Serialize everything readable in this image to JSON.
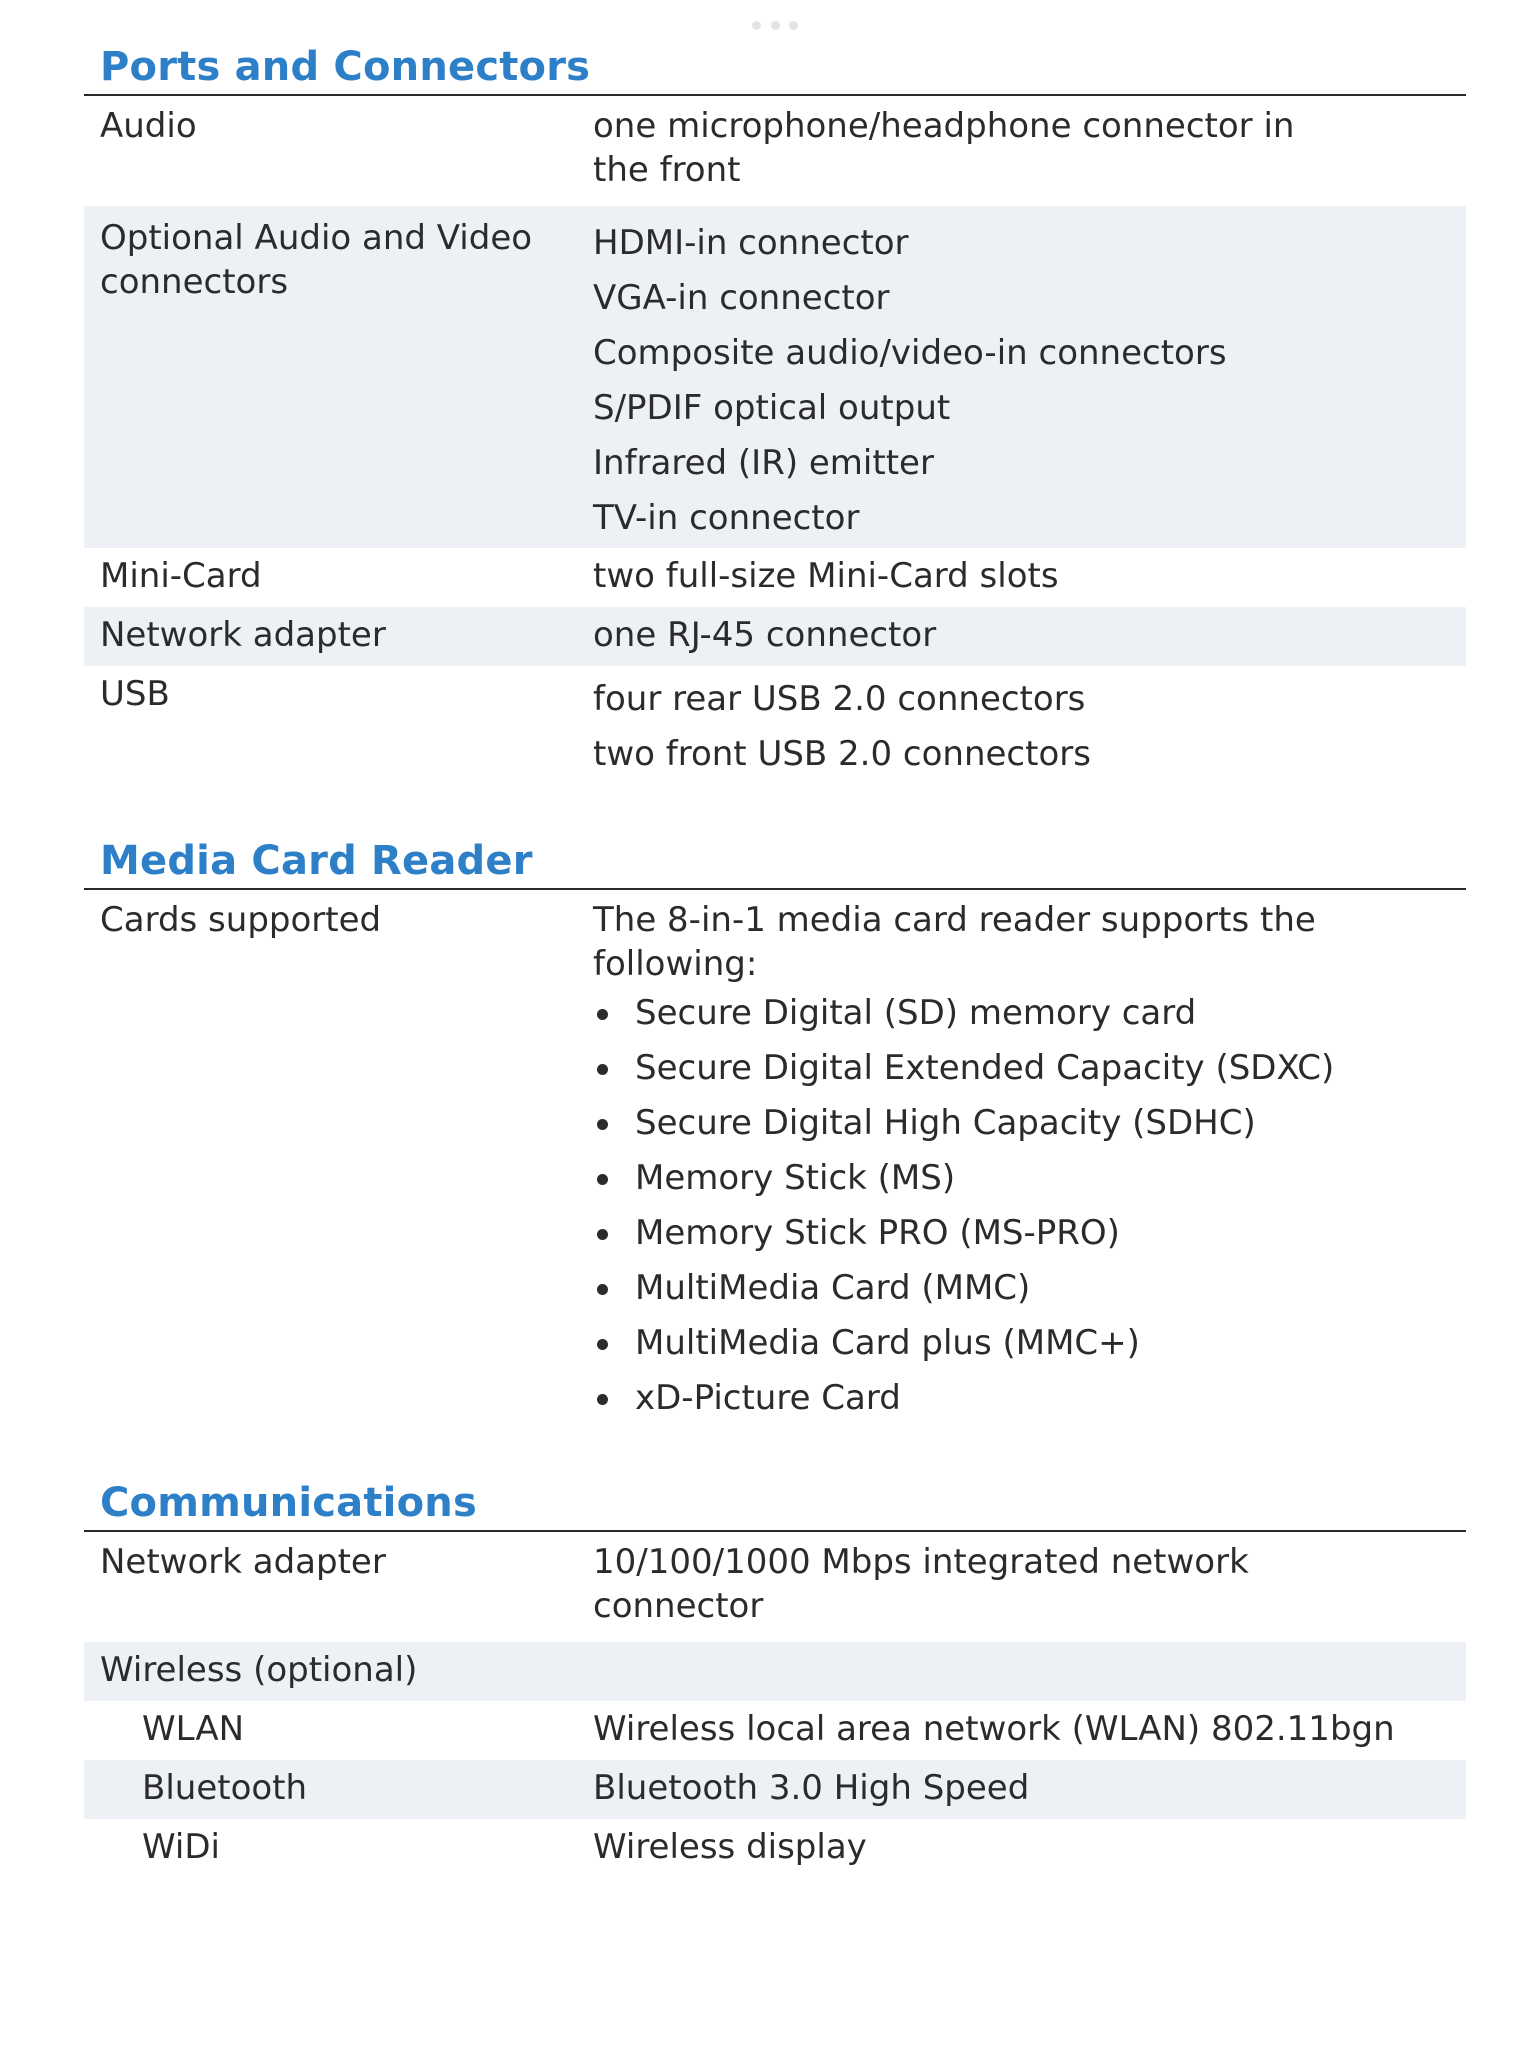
{
  "sections": {
    "ports": {
      "title": "Ports and Connectors",
      "rows": [
        {
          "label": "Audio",
          "value_lines": [
            "one microphone/headphone connector in",
            "the front"
          ]
        },
        {
          "label": "Optional Audio and Video",
          "label2": "connectors",
          "values": [
            "HDMI-in connector",
            "VGA-in connector",
            "Composite audio/video-in connectors",
            "S/PDIF optical output",
            "Infrared (IR) emitter",
            "TV-in connector"
          ]
        },
        {
          "label": "Mini-Card",
          "values": [
            "two full-size Mini-Card slots"
          ]
        },
        {
          "label": "Network adapter",
          "values": [
            "one RJ-45 connector"
          ]
        },
        {
          "label": "USB",
          "values": [
            "four rear USB 2.0 connectors",
            "two front USB 2.0 connectors"
          ]
        }
      ]
    },
    "media": {
      "title": "Media Card Reader",
      "rows": [
        {
          "label": "Cards supported",
          "intro_lines": [
            "The 8-in-1 media card reader supports the",
            "following:"
          ],
          "bullets": [
            "Secure Digital (SD) memory card",
            "Secure Digital Extended Capacity (SDXC)",
            "Secure Digital High Capacity (SDHC)",
            "Memory Stick (MS)",
            "Memory Stick PRO (MS-PRO)",
            "MultiMedia Card (MMC)",
            "MultiMedia Card plus (MMC+)",
            "xD-Picture Card"
          ]
        }
      ]
    },
    "comms": {
      "title": "Communications",
      "rows": [
        {
          "label": "Network adapter",
          "value_lines": [
            "10/100/1000 Mbps integrated network",
            "connector"
          ]
        },
        {
          "label": "Wireless (optional)",
          "value": ""
        },
        {
          "label": "WLAN",
          "value": "Wireless local area network (WLAN) 802.11bgn"
        },
        {
          "label": "Bluetooth",
          "value": "Bluetooth 3.0 High Speed"
        },
        {
          "label": "WiDi",
          "value": "Wireless display"
        }
      ]
    }
  }
}
